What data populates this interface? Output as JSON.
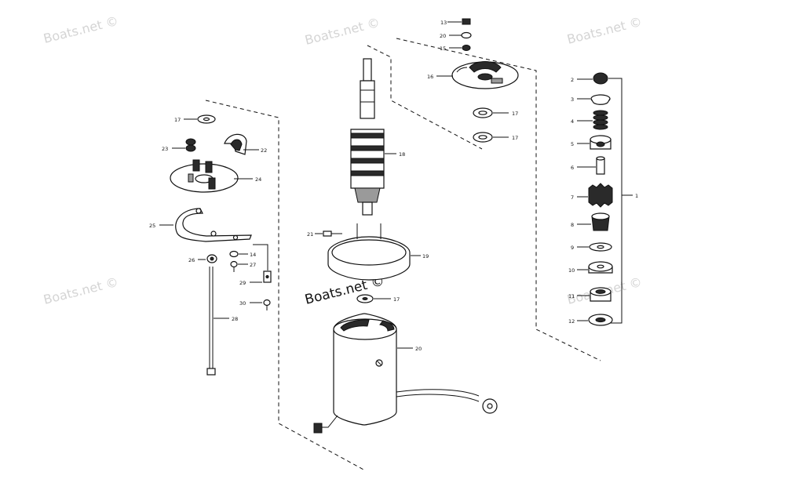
{
  "watermark": "Boats.net ©",
  "callouts": {
    "c1": "1",
    "c2": "2",
    "c3": "3",
    "c4": "4",
    "c5": "5",
    "c6": "6",
    "c7": "7",
    "c8": "8",
    "c9": "9",
    "c10": "10",
    "c11": "11",
    "c12": "12",
    "c13": "13",
    "c14": "14",
    "c15": "15",
    "c16": "16",
    "c17a": "17",
    "c17b": "17",
    "c17c": "17",
    "c17d": "17",
    "c18": "18",
    "c19": "19",
    "c20a": "20",
    "c20b": "20",
    "c21": "21",
    "c22": "22",
    "c23": "23",
    "c24": "24",
    "c25": "25",
    "c26": "26",
    "c27": "27",
    "c28": "28",
    "c29": "29",
    "c30": "30"
  }
}
